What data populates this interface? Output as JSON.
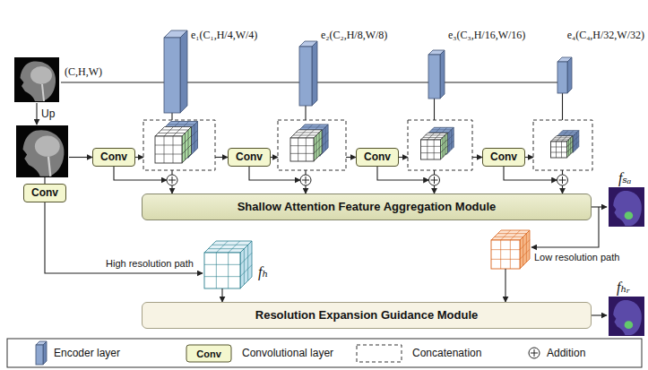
{
  "diagram": {
    "nodes": [
      {
        "text": [
          "e₁(C₁,H/4,W/4)"
        ]
      },
      {
        "text": [
          "e₂(C₂,H/8,W/8)"
        ]
      },
      {
        "text": [
          "e₃(C₃,H/16,W/16)"
        ]
      },
      {
        "text": [
          "e₄(C₄,H/32,W/32)"
        ]
      },
      {
        "text": [
          "Conv"
        ]
      },
      {
        "text": [
          "Conv"
        ]
      },
      {
        "text": [
          "Conv"
        ]
      },
      {
        "text": [
          "Conv"
        ]
      },
      {
        "text": [
          "Conv"
        ]
      },
      {
        "text": [
          "Shallow Attention Feature Aggregation Module"
        ]
      },
      {
        "text": [
          "Resolution Expansion Guidance Module"
        ]
      }
    ],
    "edges": [
      {
        "from": 0,
        "to": 1,
        "arrow": "none"
      },
      {
        "from": 1,
        "to": 2,
        "arrow": "none"
      },
      {
        "from": 2,
        "to": 3,
        "arrow": "none"
      }
    ],
    "labels": [
      "(C,H,W)",
      "Up",
      "fₛₐ",
      "High resolution path",
      "fₕ",
      "Low resolution path",
      "fₕᵣ",
      "Conv"
    ],
    "legend": [
      {
        "text": "Encoder layer"
      },
      {
        "text": "Convolutional layer"
      },
      {
        "text": "Concatenation"
      },
      {
        "text": "Addition"
      }
    ]
  }
}
